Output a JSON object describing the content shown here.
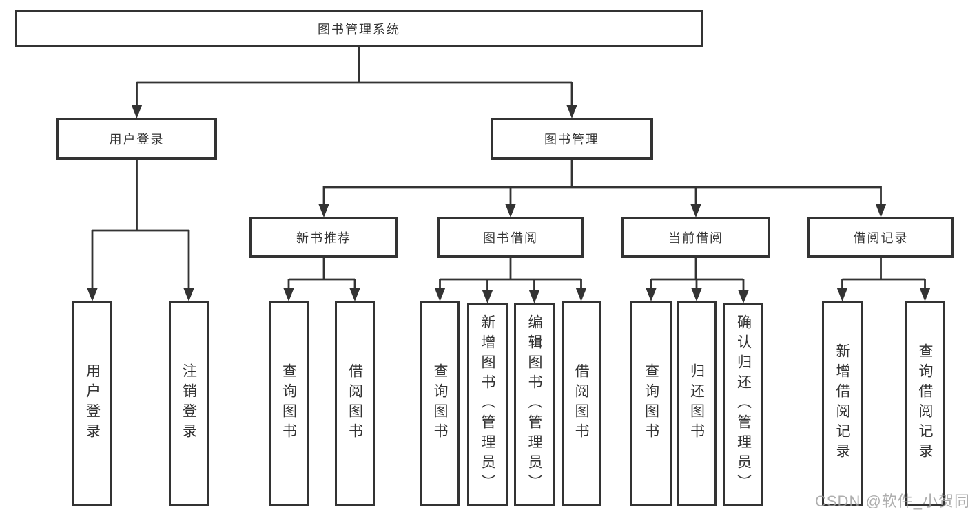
{
  "colors": {
    "line": "#333333",
    "text": "#333333",
    "box_background": "#ffffff",
    "watermark": "#a0a0a0"
  },
  "watermark": {
    "text": "CSDN @软件_小贺同学"
  },
  "diagram": {
    "type": "tree",
    "title": "图书管理系统",
    "nodes": [
      {
        "id": "root",
        "label": "图书管理系统",
        "vertical": false
      },
      {
        "id": "user-login-group",
        "label": "用户登录",
        "vertical": false
      },
      {
        "id": "book-management",
        "label": "图书管理",
        "vertical": false
      },
      {
        "id": "new-book-recommend",
        "label": "新书推荐",
        "vertical": false
      },
      {
        "id": "book-borrow",
        "label": "图书借阅",
        "vertical": false
      },
      {
        "id": "current-borrow",
        "label": "当前借阅",
        "vertical": false
      },
      {
        "id": "borrow-records",
        "label": "借阅记录",
        "vertical": false
      },
      {
        "id": "user-login",
        "label": "用户登录",
        "vertical": true
      },
      {
        "id": "logout",
        "label": "注销登录",
        "vertical": true
      },
      {
        "id": "query-book-1",
        "label": "查询图书",
        "vertical": true
      },
      {
        "id": "borrow-book-1",
        "label": "借阅图书",
        "vertical": true
      },
      {
        "id": "query-book-2",
        "label": "查询图书",
        "vertical": true
      },
      {
        "id": "add-book",
        "label": "新增图书（管理员）",
        "vertical": true
      },
      {
        "id": "edit-book",
        "label": "编辑图书（管理员）",
        "vertical": true
      },
      {
        "id": "borrow-book-2",
        "label": "借阅图书",
        "vertical": true
      },
      {
        "id": "query-book-3",
        "label": "查询图书",
        "vertical": true
      },
      {
        "id": "return-book",
        "label": "归还图书",
        "vertical": true
      },
      {
        "id": "confirm-return",
        "label": "确认归还（管理员）",
        "vertical": true
      },
      {
        "id": "add-borrow-record",
        "label": "新增借阅记录",
        "vertical": true
      },
      {
        "id": "query-borrow-record",
        "label": "查询借阅记录",
        "vertical": true
      }
    ],
    "edges": [
      {
        "from": "root",
        "to": [
          "user-login-group",
          "book-management"
        ]
      },
      {
        "from": "user-login-group",
        "to": [
          "user-login",
          "logout"
        ]
      },
      {
        "from": "book-management",
        "to": [
          "new-book-recommend",
          "book-borrow",
          "current-borrow",
          "borrow-records"
        ]
      },
      {
        "from": "new-book-recommend",
        "to": [
          "query-book-1",
          "borrow-book-1"
        ]
      },
      {
        "from": "book-borrow",
        "to": [
          "query-book-2",
          "add-book",
          "edit-book",
          "borrow-book-2"
        ]
      },
      {
        "from": "current-borrow",
        "to": [
          "query-book-3",
          "return-book",
          "confirm-return"
        ]
      },
      {
        "from": "borrow-records",
        "to": [
          "add-borrow-record",
          "query-borrow-record"
        ]
      }
    ]
  }
}
